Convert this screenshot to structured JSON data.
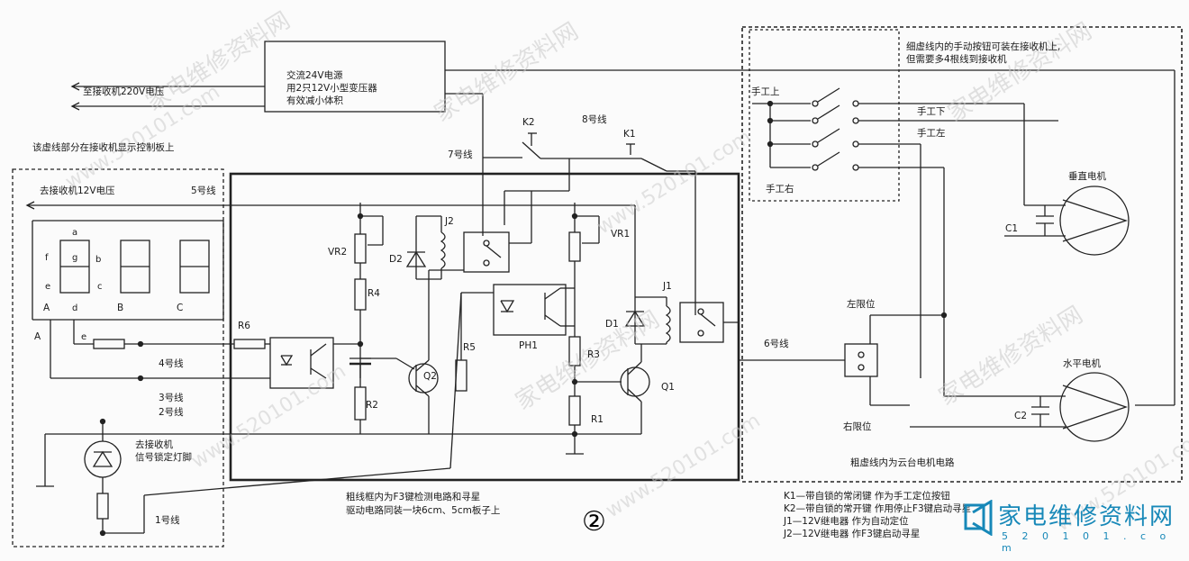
{
  "labels": {
    "ac_box_line1": "交流24V电源",
    "ac_box_line2": "用2只12V小型变压器",
    "ac_box_line3": "有效减小体积",
    "to_receiver_220v": "至接收机220V电压",
    "dashed_left_note": "该虚线部分在接收机显示控制板上",
    "to_receiver_12v": "去接收机12V电压",
    "wire5": "5号线",
    "wire7": "7号线",
    "wire8": "8号线",
    "k2": "K2",
    "k1": "K1",
    "j2": "J2",
    "j1": "J1",
    "vr2": "VR2",
    "vr1": "VR1",
    "d2": "D2",
    "d1": "D1",
    "r4": "R4",
    "r6": "R6",
    "r5": "R5",
    "r3": "R3",
    "r2": "R2",
    "r1": "R1",
    "ph1": "PH1",
    "q1": "Q1",
    "q2": "Q2",
    "wire4": "4号线",
    "wire3": "3号线",
    "wire2": "2号线",
    "wire1": "1号线",
    "wire6": "6号线",
    "seg_a": "a",
    "seg_f": "f",
    "seg_g": "g",
    "seg_b": "b",
    "seg_e": "e",
    "seg_c": "c",
    "seg_d": "d",
    "seg_e2": "e",
    "digit_a": "A",
    "digit_b": "B",
    "digit_c": "C",
    "wire_a": "A",
    "lock_lamp_line1": "去接收机",
    "lock_lamp_line2": "信号锁定灯脚",
    "thick_box_line1": "粗线框内为F3键检测电路和寻星",
    "thick_box_line2": "驱动电路同装一块6cm、5cm板子上",
    "figure_num": "②",
    "manual_note_line1": "细虚线内的手动按钮可装在接收机上,",
    "manual_note_line2": "但需要多4根线到接收机",
    "manual_up": "手工上",
    "manual_down": "手工下",
    "manual_left": "手工左",
    "manual_right": "手工右",
    "vertical_motor": "垂直电机",
    "horizontal_motor": "水平电机",
    "c1": "C1",
    "c2": "C2",
    "left_limit": "左限位",
    "right_limit": "右限位",
    "coarse_note": "粗虚线内为云台电机电路",
    "legend_k1": "K1—带自锁的常闭键  作为手工定位按钮",
    "legend_k2": "K2—带自锁的常开键  作用停止F3键启动寻星",
    "legend_j1": "J1—12V继电器  作为自动定位",
    "legend_j2": "J2—12V继电器  作F3键启动寻星"
  },
  "watermark": {
    "text": "家电维修资料网",
    "url": "www.520101.com"
  },
  "logo": {
    "title": "家电维修资料网",
    "url": "5 2 0 1 0 1 . c o m",
    "color": "#1788b8"
  }
}
